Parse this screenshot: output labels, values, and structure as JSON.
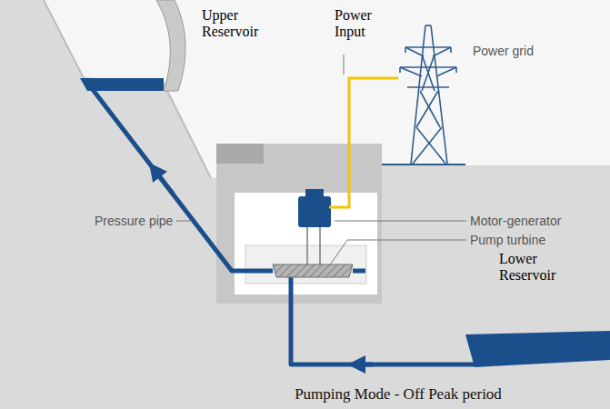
{
  "diagram": {
    "caption": "Pumping Mode - Off Peak period",
    "labels": [
      "Upper Reservoir",
      "Power Input",
      "Power grid",
      "Motor-generator",
      "Pump turbine",
      "Lower Reservoir",
      "Pressure pipe"
    ]
  }
}
